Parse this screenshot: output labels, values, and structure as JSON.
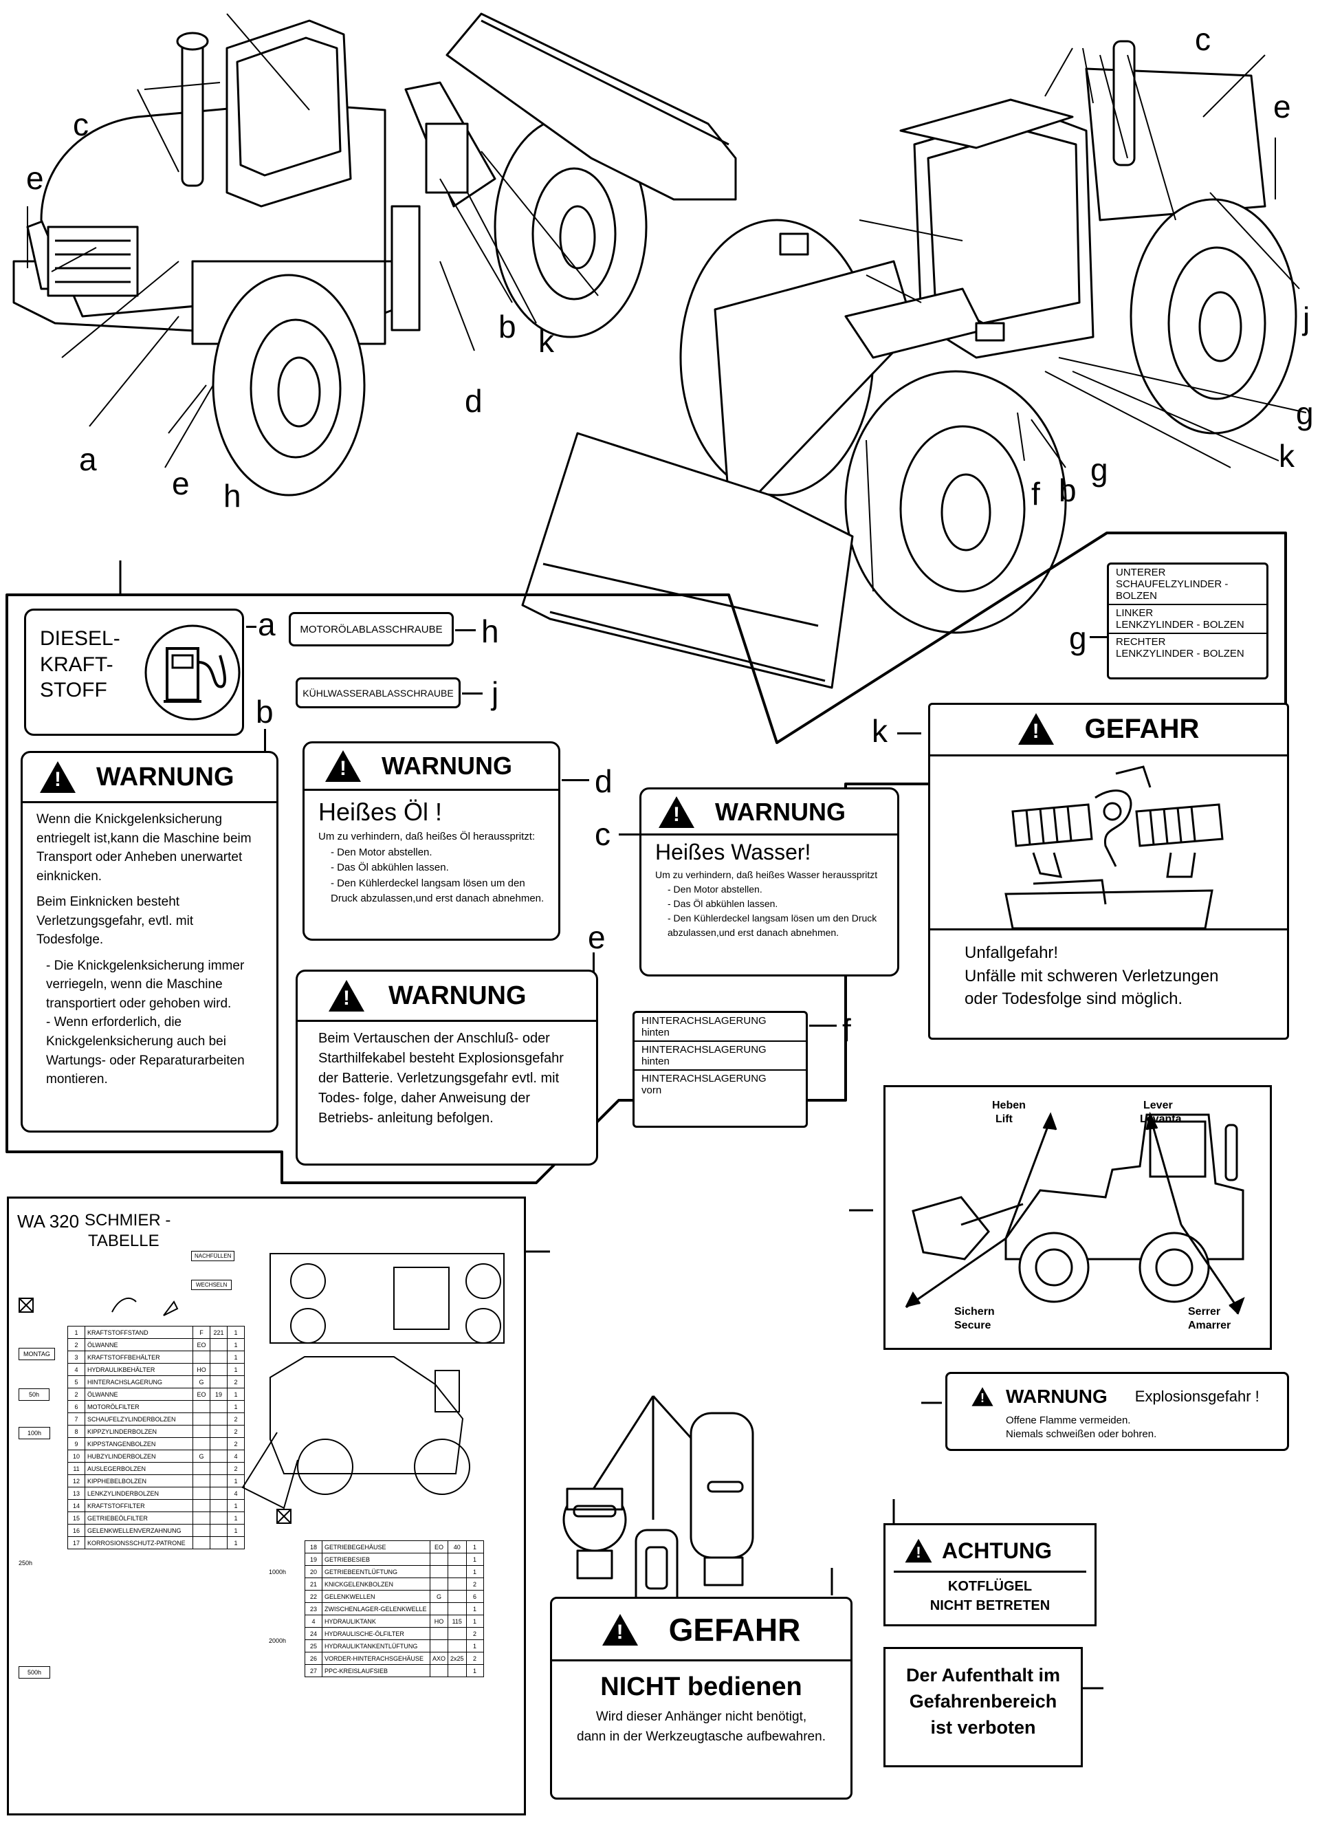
{
  "callouts": {
    "a": "a",
    "b": "b",
    "c": "c",
    "d": "d",
    "e": "e",
    "f": "f",
    "g": "g",
    "h": "h",
    "j": "j",
    "k": "k"
  },
  "diesel": {
    "line1": "DIESEL-",
    "line2": "KRAFT-",
    "line3": "STOFF"
  },
  "oil_drain": "MOTORÖLABLASSCHRAUBE",
  "water_drain": "KÜHLWASSERABLASSCHRAUBE",
  "bolts": [
    {
      "line1": "UNTERER",
      "line2": "SCHAUFELZYLINDER - BOLZEN"
    },
    {
      "line1": "LINKER",
      "line2": "LENKZYLINDER - BOLZEN"
    },
    {
      "line1": "RECHTER",
      "line2": "LENKZYLINDER - BOLZEN"
    }
  ],
  "warn_b": {
    "title": "WARNUNG",
    "p1": "Wenn die Knickgelenksicherung entriegelt ist,kann die Maschine beim Transport oder Anheben unerwartet einknicken.",
    "p2": "Beim Einknicken besteht Verletzungsgefahr, evtl. mit Todesfolge.",
    "b1": "- Die Knickgelenksicherung immer verriegeln, wenn die Maschine transportiert oder gehoben wird.",
    "b2": "- Wenn erforderlich, die Knickgelenksicherung auch bei Wartungs- oder Reparaturarbeiten montieren."
  },
  "warn_d": {
    "title": "WARNUNG",
    "heading": "Heißes Öl !",
    "intro": "Um zu verhindern, daß heißes Öl herausspritzt:",
    "l1": "- Den Motor abstellen.",
    "l2": "- Das Öl abkühlen lassen.",
    "l3": "- Den Kühlerdeckel langsam lösen um den Druck abzulassen,und erst danach abnehmen."
  },
  "warn_c": {
    "title": "WARNUNG",
    "heading": "Heißes Wasser!",
    "intro": "Um zu verhindern, daß heißes Wasser herausspritzt",
    "l1": "- Den Motor abstellen.",
    "l2": "- Das Öl abkühlen lassen.",
    "l3": "- Den Kühlerdeckel langsam lösen um den Druck abzulassen,und erst danach abnehmen."
  },
  "warn_e": {
    "title": "WARNUNG",
    "text": "Beim Vertauschen der Anschluß- oder Starthilfekabel besteht Explosionsgefahr der Batterie. Verletzungsgefahr evtl. mit Todes- folge, daher Anweisung der Betriebs- anleitung befolgen."
  },
  "axle": [
    {
      "line1": "HINTERACHSLAGERUNG",
      "line2": "hinten"
    },
    {
      "line1": "HINTERACHSLAGERUNG",
      "line2": "hinten"
    },
    {
      "line1": "HINTERACHSLAGERUNG",
      "line2": "vorn"
    }
  ],
  "gefahr_k": {
    "title": "GEFAHR",
    "l1": "Unfallgefahr!",
    "l2": "Unfälle mit schweren Verletzungen",
    "l3": "oder Todesfolge sind möglich."
  },
  "lift": {
    "heben": "Heben",
    "lift": "Lift",
    "lever": "Lever",
    "levanta": "Levanta",
    "sichern": "Sichern",
    "secure": "Secure",
    "serrer": "Serrer",
    "amarrer": "Amarrer"
  },
  "explosion": {
    "title": "WARNUNG",
    "tag": "Explosionsgefahr !",
    "l1": "Offene Flamme vermeiden.",
    "l2": "Niemals schweißen oder bohren."
  },
  "achtung": {
    "title": "ACHTUNG",
    "l1": "KOTFLÜGEL",
    "l2": "NICHT BETRETEN"
  },
  "gefahr_bottom": {
    "title": "GEFAHR",
    "heading": "NICHT bedienen",
    "l1": "Wird dieser Anhänger nicht benötigt,",
    "l2": "dann in der Werkzeugtasche aufbewahren."
  },
  "aufenthalt": {
    "l1": "Der Aufenthalt im",
    "l2": "Gefahrenbereich",
    "l3": "ist  verboten"
  },
  "lube": {
    "model": "WA 320",
    "title1": "SCHMIER -",
    "title2": "TABELLE",
    "nachfuellen": "NACHFÜLLEN",
    "wechseln": "WECHSELN",
    "intervals": [
      "MONTAG",
      "50h",
      "100h",
      "250h",
      "500h"
    ],
    "intervals2": [
      "1000h",
      "2000h"
    ],
    "rows_left": [
      {
        "n": "1",
        "t": "KRAFTSTOFFSTAND",
        "m": "F",
        "q": "221",
        "p": "1"
      },
      {
        "n": "2",
        "t": "ÖLWANNE",
        "m": "EO",
        "q": "",
        "p": "1"
      },
      {
        "n": "3",
        "t": "KRAFTSTOFFBEHÄLTER",
        "m": "",
        "q": "",
        "p": "1"
      },
      {
        "n": "4",
        "t": "HYDRAULIKBEHÄLTER",
        "m": "HO",
        "q": "",
        "p": "1"
      },
      {
        "n": "5",
        "t": "HINTERACHSLAGERUNG",
        "m": "G",
        "q": "",
        "p": "2"
      },
      {
        "n": "2",
        "t": "ÖLWANNE",
        "m": "EO",
        "q": "19",
        "p": "1"
      },
      {
        "n": "6",
        "t": "MOTORÖLFILTER",
        "m": "",
        "q": "",
        "p": "1"
      },
      {
        "n": "7",
        "t": "SCHAUFELZYLINDERBOLZEN",
        "m": "",
        "q": "",
        "p": "2"
      },
      {
        "n": "8",
        "t": "KIPPZYLINDERBOLZEN",
        "m": "",
        "q": "",
        "p": "2"
      },
      {
        "n": "9",
        "t": "KIPPSTANGENBOLZEN",
        "m": "",
        "q": "",
        "p": "2"
      },
      {
        "n": "10",
        "t": "HUBZYLINDERBOLZEN",
        "m": "G",
        "q": "",
        "p": "4"
      },
      {
        "n": "11",
        "t": "AUSLEGERBOLZEN",
        "m": "",
        "q": "",
        "p": "2"
      },
      {
        "n": "12",
        "t": "KIPPHEBELBOLZEN",
        "m": "",
        "q": "",
        "p": "1"
      },
      {
        "n": "13",
        "t": "LENKZYLINDERBOLZEN",
        "m": "",
        "q": "",
        "p": "4"
      },
      {
        "n": "14",
        "t": "KRAFTSTOFFILTER",
        "m": "",
        "q": "",
        "p": "1"
      },
      {
        "n": "15",
        "t": "GETRIEBEÖLFILTER",
        "m": "",
        "q": "",
        "p": "1"
      },
      {
        "n": "16",
        "t": "GELENKWELLENVERZAHNUNG",
        "m": "",
        "q": "",
        "p": "1"
      },
      {
        "n": "17",
        "t": "KORROSIONSSCHUTZ-PATRONE",
        "m": "",
        "q": "",
        "p": "1"
      }
    ],
    "rows_right": [
      {
        "n": "18",
        "t": "GETRIEBEGEHÄUSE",
        "m": "EO",
        "q": "40",
        "p": "1"
      },
      {
        "n": "19",
        "t": "GETRIEBESIEB",
        "m": "",
        "q": "",
        "p": "1"
      },
      {
        "n": "20",
        "t": "GETRIEBEENTLÜFTUNG",
        "m": "",
        "q": "",
        "p": "1"
      },
      {
        "n": "21",
        "t": "KNICKGELENKBOLZEN",
        "m": "",
        "q": "",
        "p": "2"
      },
      {
        "n": "22",
        "t": "GELENKWELLEN",
        "m": "G",
        "q": "",
        "p": "6"
      },
      {
        "n": "23",
        "t": "ZWISCHENLAGER-GELENKWELLE",
        "m": "",
        "q": "",
        "p": "1"
      },
      {
        "n": "4",
        "t": "HYDRAULIKTANK",
        "m": "HO",
        "q": "115",
        "p": "1"
      },
      {
        "n": "24",
        "t": "HYDRAULISCHE-ÖLFILTER",
        "m": "",
        "q": "",
        "p": "2"
      },
      {
        "n": "25",
        "t": "HYDRAULIKTANKENTLÜFTUNG",
        "m": "",
        "q": "",
        "p": "1"
      },
      {
        "n": "26",
        "t": "VORDER-HINTERACHSGEHÄUSE",
        "m": "AXO",
        "q": "2x25",
        "p": "2"
      },
      {
        "n": "27",
        "t": "PPC-KREISLAUFSIEB",
        "m": "",
        "q": "",
        "p": "1"
      }
    ]
  }
}
